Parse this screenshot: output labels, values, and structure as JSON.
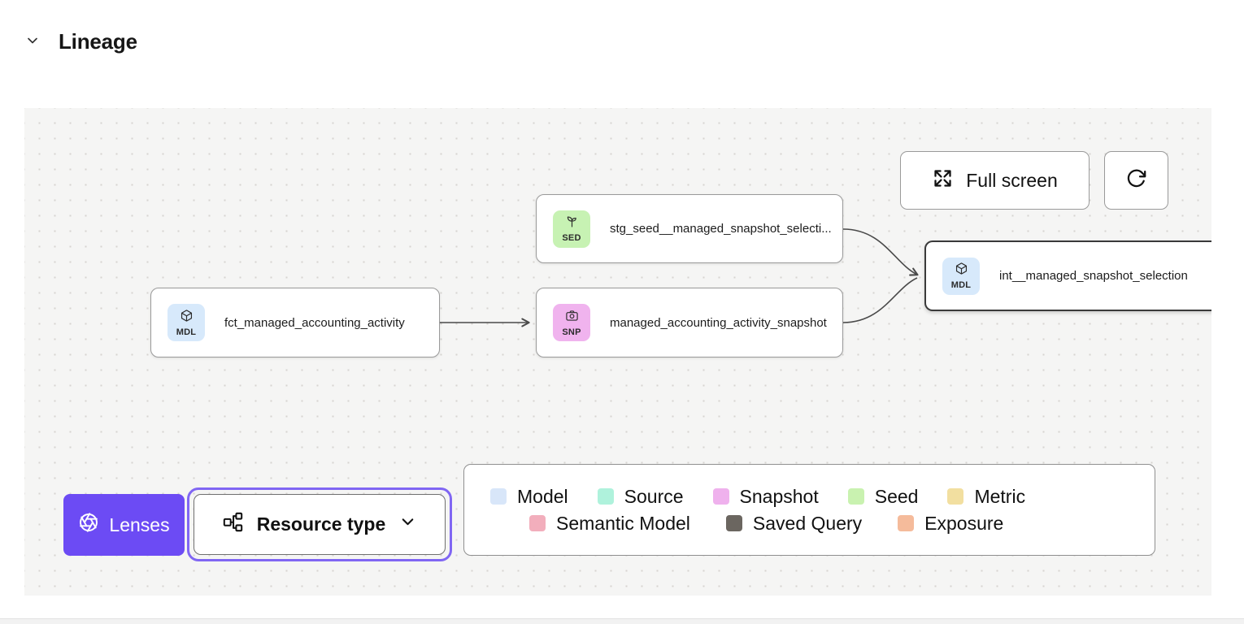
{
  "header": {
    "title": "Lineage"
  },
  "toolbar": {
    "fullscreen_label": "Full screen"
  },
  "nodes": [
    {
      "badge": "SED",
      "label": "stg_seed__managed_snapshot_selecti...",
      "type": "seed",
      "badge_color": "#c7f2b3",
      "icon": "sprout-icon",
      "selected": false
    },
    {
      "badge": "MDL",
      "label": "fct_managed_accounting_activity",
      "type": "model",
      "badge_color": "#d7e9fb",
      "icon": "cube-icon",
      "selected": false
    },
    {
      "badge": "SNP",
      "label": "managed_accounting_activity_snapshot",
      "type": "snapshot",
      "badge_color": "#f0b3ee",
      "icon": "camera-icon",
      "selected": false
    },
    {
      "badge": "MDL",
      "label": "int__managed_snapshot_selection",
      "type": "model",
      "badge_color": "#d7e9fb",
      "icon": "cube-icon",
      "selected": true
    }
  ],
  "lenses": {
    "label": "Lenses",
    "accent_color": "#6c4bf4"
  },
  "resource_type": {
    "label": "Resource type",
    "ring_color": "#8066f3"
  },
  "legend": {
    "items": [
      {
        "label": "Model",
        "color": "#d8e6f9"
      },
      {
        "label": "Source",
        "color": "#aff2dc"
      },
      {
        "label": "Snapshot",
        "color": "#efb1ed"
      },
      {
        "label": "Seed",
        "color": "#c9f2b0"
      },
      {
        "label": "Metric",
        "color": "#f2dfa0"
      },
      {
        "label": "Semantic Model",
        "color": "#f2aebc"
      },
      {
        "label": "Saved Query",
        "color": "#6b6660"
      },
      {
        "label": "Exposure",
        "color": "#f5bb9b"
      }
    ]
  },
  "icons": {
    "header_collapse": "chevron-down-icon",
    "fullscreen": "expand-icon",
    "refresh": "refresh-icon",
    "model_badge": "cube-icon",
    "seed_badge": "sprout-icon",
    "snapshot_badge": "camera-icon",
    "lenses": "aperture-icon",
    "resource_type": "hierarchy-icon",
    "dropdown": "chevron-down-icon"
  }
}
